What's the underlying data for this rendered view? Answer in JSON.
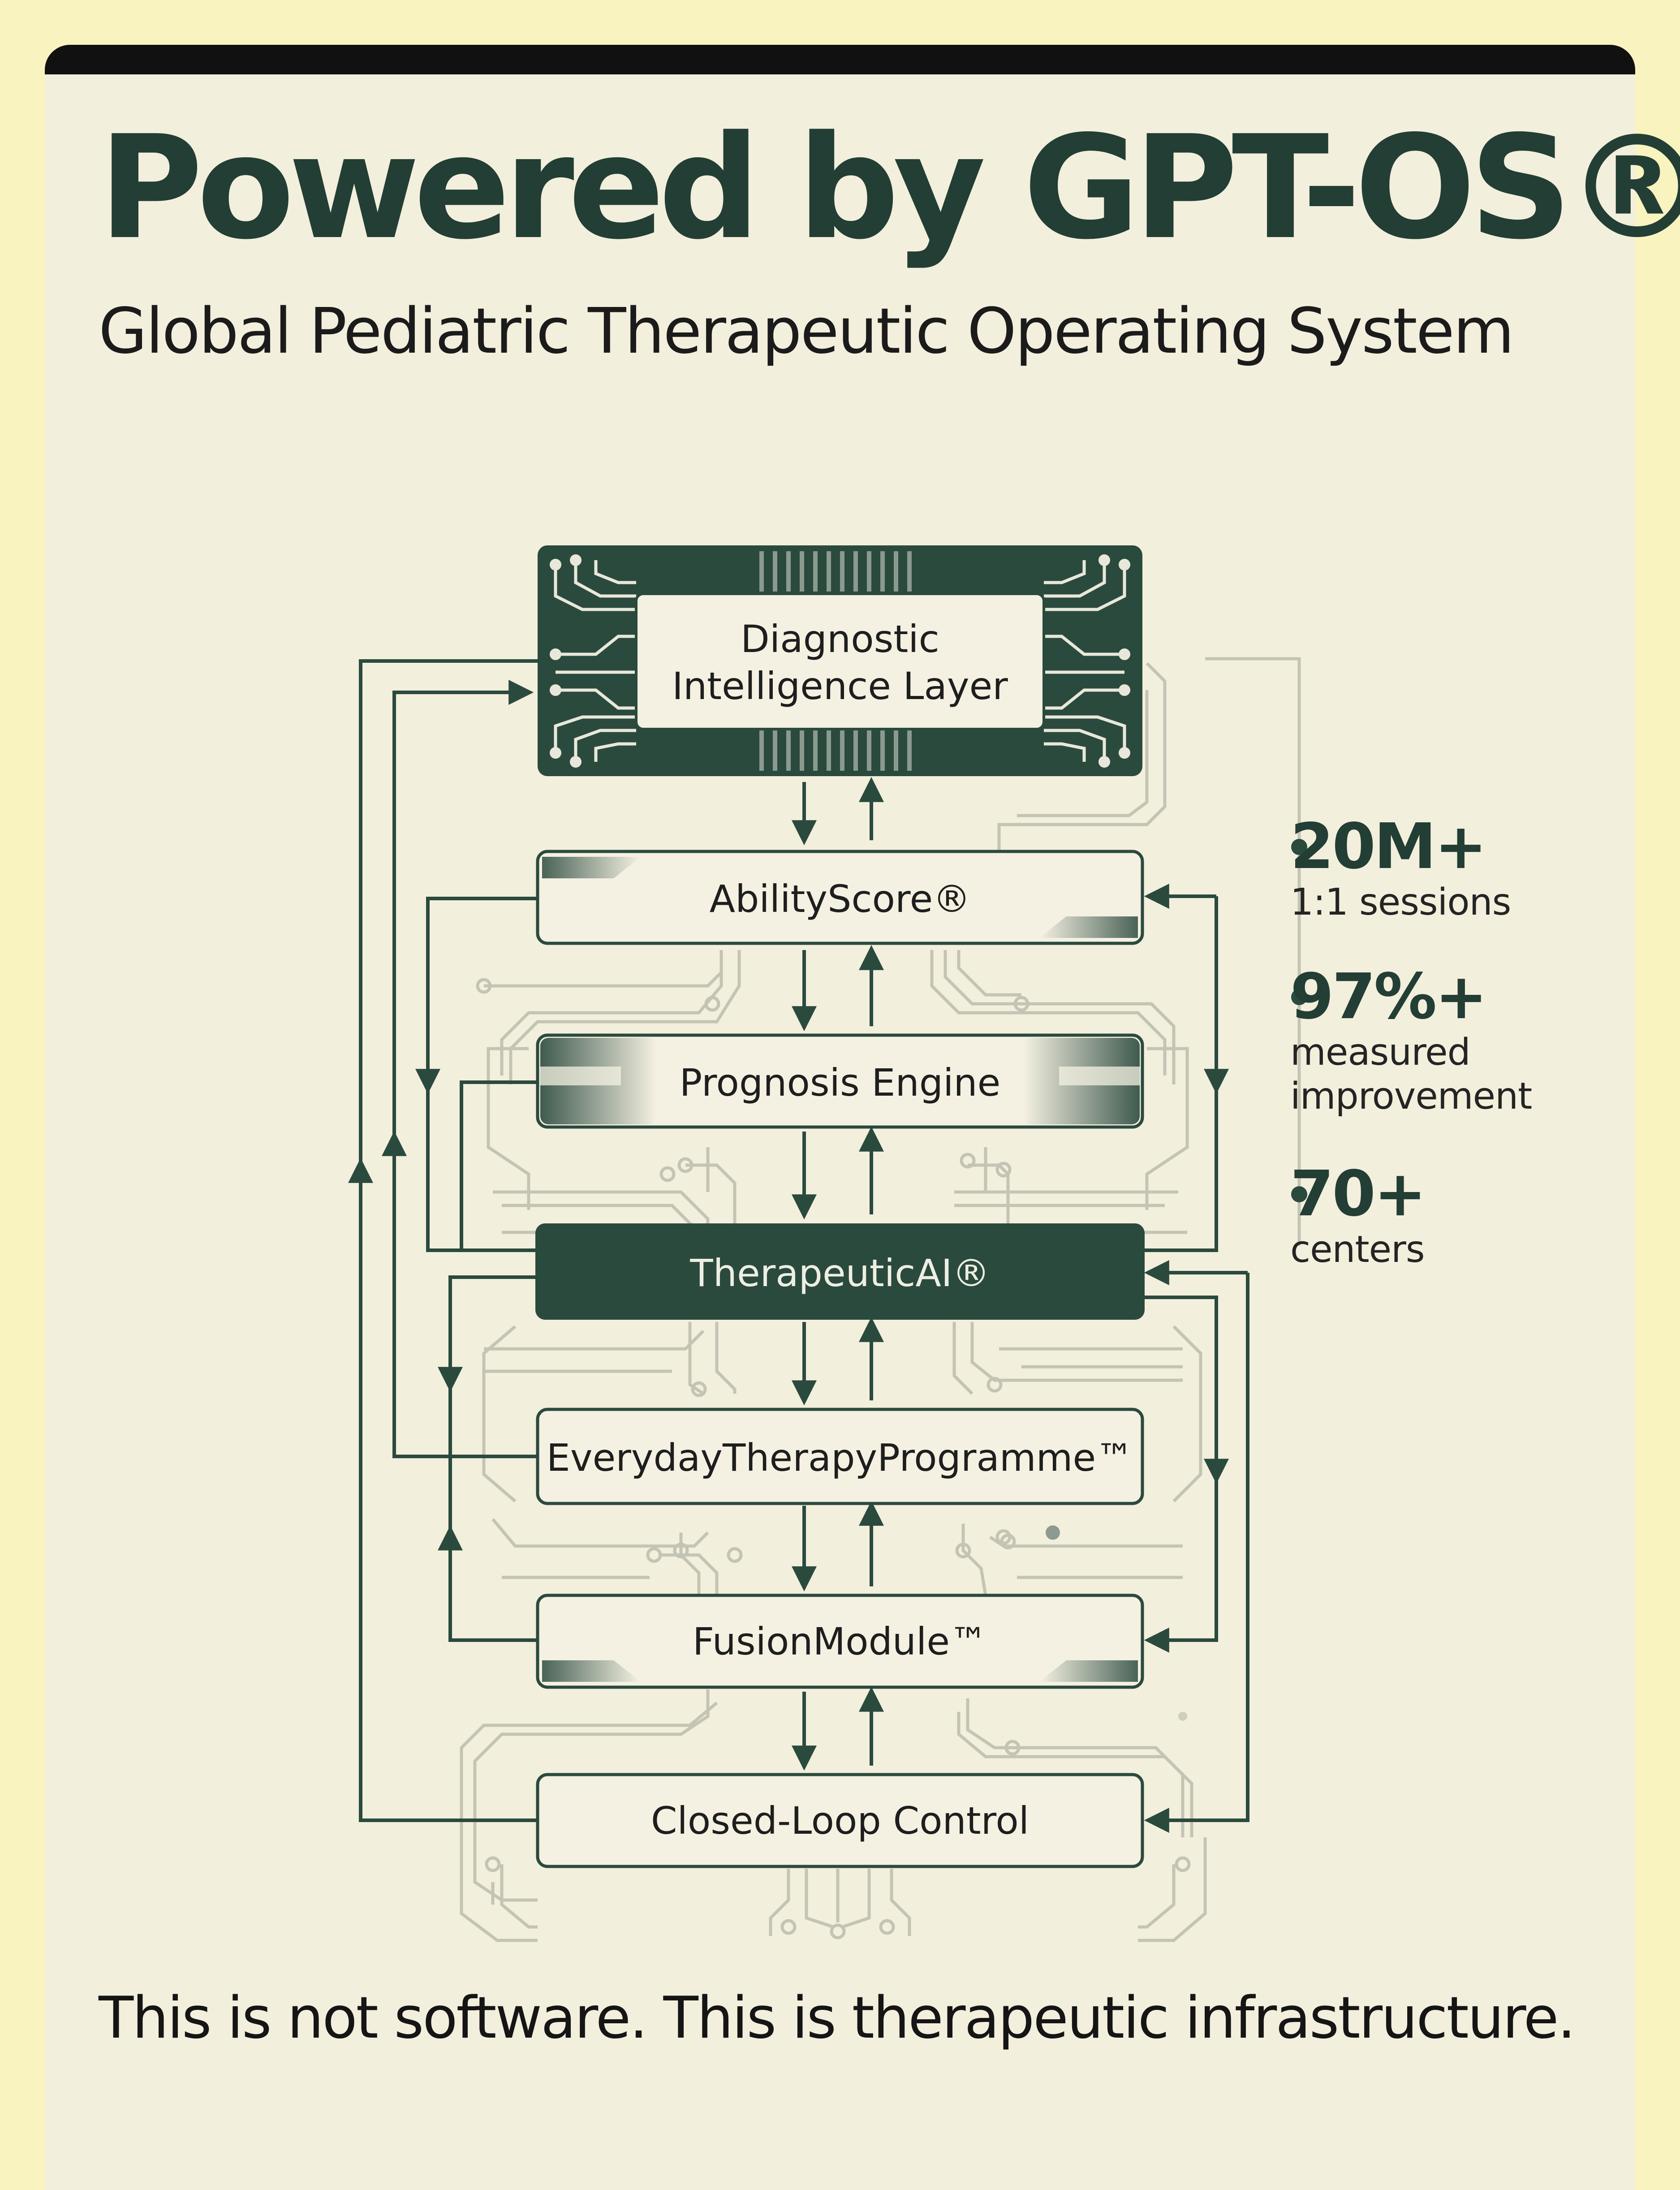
{
  "header": {
    "title": "Powered by GPT-OS®",
    "subtitle": "Global Pediatric Therapeutic Operating System"
  },
  "diagram": {
    "layers": [
      {
        "id": "diagnostic",
        "line1": "Diagnostic",
        "line2": "Intelligence Layer"
      },
      {
        "id": "abilityscore",
        "label": "AbilityScore®"
      },
      {
        "id": "prognosis",
        "label": "Prognosis Engine"
      },
      {
        "id": "therapeuticai",
        "label": "TherapeuticAI®"
      },
      {
        "id": "everyday",
        "label": "EverydayTherapyProgramme™"
      },
      {
        "id": "fusion",
        "label": "FusionModule™"
      },
      {
        "id": "closedloop",
        "label": "Closed-Loop Control"
      }
    ]
  },
  "stats": [
    {
      "value": "20M+",
      "label": "1:1 sessions"
    },
    {
      "value": "97%+",
      "label_line1": "measured",
      "label_line2": "improvement"
    },
    {
      "value": "70+",
      "label": "centers"
    }
  ],
  "tagline": "This is not software. This is therapeutic infrastructure.",
  "colors": {
    "background": "#f9f3c0",
    "card": "#f3efdd",
    "dark_green": "#2b4a3e",
    "title_green": "#233e34",
    "trace": "#c4c4b4"
  }
}
